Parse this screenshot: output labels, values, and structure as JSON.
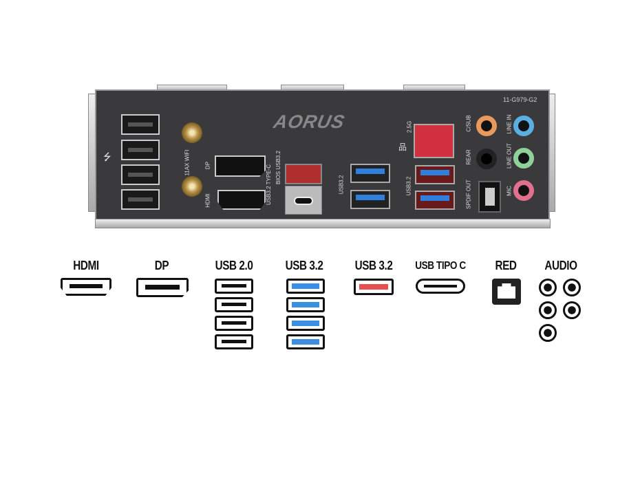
{
  "panel": {
    "brand": "AORUS",
    "model_code": "11-G979-G2",
    "labels": {
      "wifi": "11AX WIFI",
      "dp": "DP",
      "hdmi": "HDMI",
      "usb_c": "USB3.2 TYPE-C",
      "bios": "BIOS USB3.2",
      "usb32_mid": "USB3.2",
      "lan": "2.5G",
      "usb32_right": "USB3.2",
      "csub": "C/SUB",
      "rear": "REAR",
      "spdif": "SPDIF OUT",
      "line_in": "LINE IN",
      "line_out": "LINE OUT",
      "mic": "MIC"
    },
    "jack_colors": {
      "csub": "#e89a5c",
      "rear": "#111111",
      "line_in": "#5aaee0",
      "line_out": "#8ed29a",
      "mic": "#e0708e"
    }
  },
  "legend": [
    {
      "label": "HDMI",
      "icon": "hdmi-icon"
    },
    {
      "label": "DP",
      "icon": "displayport-icon"
    },
    {
      "label": "USB 2.0",
      "icon": "usb-icon",
      "count": 4
    },
    {
      "label": "USB 3.2",
      "icon": "usb3-blue-icon",
      "count": 4
    },
    {
      "label": "USB 3.2",
      "icon": "usb3-red-icon",
      "count": 1
    },
    {
      "label": "USB TIPO C",
      "icon": "usb-c-icon"
    },
    {
      "label": "RED",
      "icon": "ethernet-icon"
    },
    {
      "label": "AUDIO",
      "icon": "audio-jack-icon",
      "count": 5
    }
  ],
  "colors": {
    "usb3_blue": "#3a8fe0",
    "usb3_red": "#e85050"
  }
}
